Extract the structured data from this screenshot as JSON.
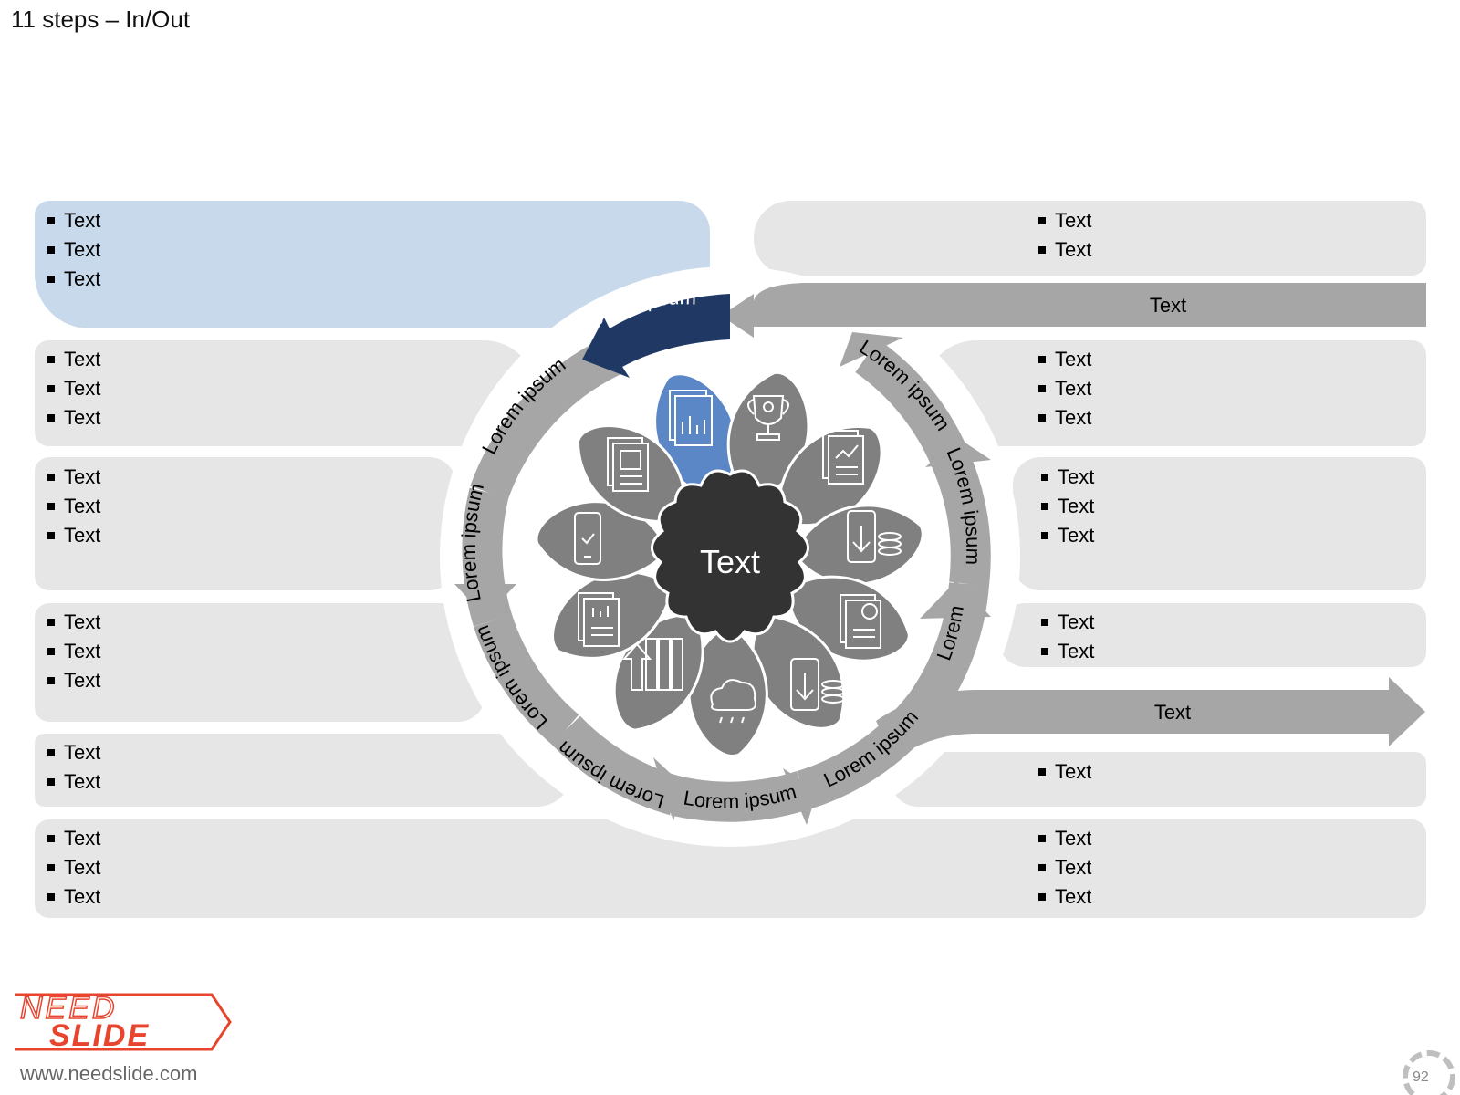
{
  "slide": {
    "title": "11 steps – In/Out",
    "center_label": "Text",
    "arrow_top_label": "Text",
    "arrow_bottom_label": "Text",
    "ring_labels": {
      "highlight": "Lorem ipsum",
      "l1": "Lorem ipsum",
      "l2": "Lorem ipsum",
      "l3": "Lorem ipsum",
      "l4": "Lorem ipsum",
      "l5": "Lorem ipsum",
      "l6": "Lorem ipsum",
      "l7": "Lorem ipsum",
      "r1": "Lorem",
      "r2": "Lorem ipsum",
      "r3": "Lorem ipsum"
    }
  },
  "left_panels": [
    [
      "Text",
      "Text",
      "Text"
    ],
    [
      "Text",
      "Text",
      "Text"
    ],
    [
      "Text",
      "Text",
      "Text"
    ],
    [
      "Text",
      "Text",
      "Text"
    ],
    [
      "Text",
      "Text"
    ],
    [
      "Text",
      "Text",
      "Text"
    ]
  ],
  "right_panels": [
    [
      "Text",
      "Text"
    ],
    [
      "Text",
      "Text",
      "Text"
    ],
    [
      "Text",
      "Text",
      "Text"
    ],
    [
      "Text",
      "Text"
    ],
    [
      "Text"
    ],
    [
      "Text",
      "Text",
      "Text"
    ]
  ],
  "petal_icons": [
    "report-chart-icon",
    "trophy-icon",
    "growth-report-icon",
    "mobile-money-icon",
    "target-report-icon",
    "money-transfer-icon",
    "rain-cloud-icon",
    "binders-icon",
    "bar-report-icon",
    "mobile-check-icon",
    "document-icon"
  ],
  "footer": {
    "logo_line1": "NEED",
    "logo_line2": "SLIDE",
    "url": "www.needslide.com",
    "page_number": "92"
  },
  "colors": {
    "panel": "#e6e6e6",
    "highlight_panel": "#c9d9ec",
    "highlight_petal": "#5b87c7",
    "highlight_arrow": "#1f3864",
    "arrow": "#a6a6a6",
    "petal": "#808080",
    "center": "#333333",
    "logo": "#e8452f"
  }
}
